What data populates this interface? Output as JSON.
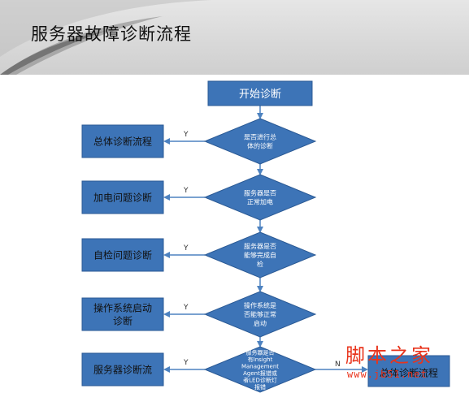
{
  "title": "服务器故障诊断流程",
  "start": {
    "label": "开始诊断"
  },
  "decisions": [
    {
      "lines": [
        "是否进行总",
        "体的诊断"
      ]
    },
    {
      "lines": [
        "服务器是否",
        "正常加电"
      ]
    },
    {
      "lines": [
        "服务器是否",
        "能够完成自",
        "检"
      ]
    },
    {
      "lines": [
        "操作系统是",
        "否能够正常",
        "启动"
      ]
    },
    {
      "lines": [
        "服务器是否",
        "有Insight",
        "Management",
        "Agent报错或",
        "者LED诊断灯",
        "报错"
      ]
    }
  ],
  "outcomes": [
    {
      "lines": [
        "总体诊断流程"
      ]
    },
    {
      "lines": [
        "加电问题诊断"
      ]
    },
    {
      "lines": [
        "自检问题诊断"
      ]
    },
    {
      "lines": [
        "操作系统启动",
        "诊断"
      ]
    },
    {
      "lines": [
        "服务器诊断流"
      ]
    }
  ],
  "final": {
    "lines": [
      "总体诊断流程"
    ]
  },
  "yes_label": "Y",
  "no_label": "N",
  "watermark": {
    "text": "脚本之家",
    "url": "www.jb51.net"
  },
  "colors": {
    "box_fill": "#3d74b7",
    "box_stroke": "#2b5a95",
    "arrow": "#4d82c0",
    "watermark": "#e9341c"
  }
}
